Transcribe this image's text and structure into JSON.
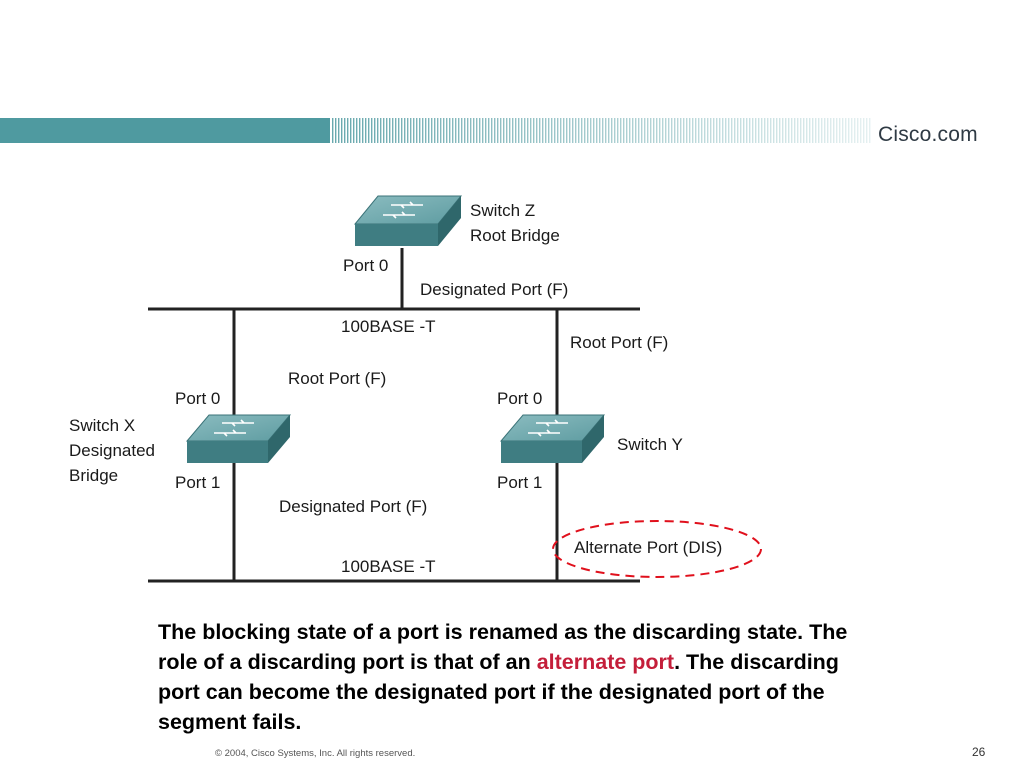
{
  "header": {
    "brand": "Cisco.com",
    "band_color": "#4f9aa0"
  },
  "switches": {
    "z": {
      "name": "Switch Z",
      "role": "Root Bridge",
      "port_top": "Port 0",
      "port_role": "Designated Port (F)"
    },
    "x": {
      "line1": "Switch X",
      "line2": "Designated",
      "line3": "Bridge",
      "port_top": "Port 0",
      "port_bottom": "Port 1"
    },
    "y": {
      "name": "Switch Y",
      "port_top": "Port 0",
      "port_bottom": "Port 1"
    }
  },
  "segments": {
    "top": {
      "label": "100BASE -T"
    },
    "bottom": {
      "label": "100BASE -T"
    }
  },
  "port_roles": {
    "x_top": "Root Port (F)",
    "y_top": "Root Port (F)",
    "x_bottom": "Designated Port (F)",
    "y_bottom": "Alternate Port (DIS)"
  },
  "colors": {
    "switch_top": "#6fa9ad",
    "switch_front": "#3f7d82",
    "highlight_ring": "#e0101c",
    "emphasis_text": "#c41e3a"
  },
  "caption": {
    "part1": "The blocking state of a port is renamed as the discarding state. The role of a discarding port is that of an ",
    "highlight": "alternate port",
    "part2": ". The discarding port can become the designated port if the designated port of the segment fails."
  },
  "footer": {
    "copyright": "© 2004, Cisco Systems, Inc. All rights reserved.",
    "page": "26"
  }
}
